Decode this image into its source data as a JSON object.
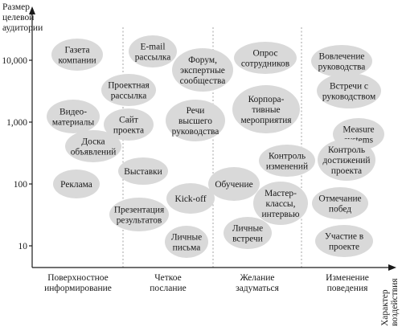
{
  "y_axis": {
    "title": [
      "Размер",
      "целевой",
      "аудитории"
    ],
    "ticks": [
      "10,000",
      "1,000",
      "100",
      "10"
    ]
  },
  "x_axis": {
    "title": [
      "Характер",
      "воздействия"
    ],
    "categories": [
      [
        "Поверхностное",
        "информирование"
      ],
      [
        "Четкое",
        "послание"
      ],
      [
        "Желание",
        "задуматься"
      ],
      [
        "Изменение",
        "поведения"
      ]
    ]
  },
  "bubbles": [
    {
      "id": "gazeta",
      "lines": [
        "Газета",
        "компании"
      ]
    },
    {
      "id": "email",
      "lines": [
        "E-mail",
        "рассылка"
      ]
    },
    {
      "id": "forum",
      "lines": [
        "Форум,",
        "экспертные",
        "сообщества"
      ]
    },
    {
      "id": "opros",
      "lines": [
        "Опрос",
        "сотрудников"
      ]
    },
    {
      "id": "vovlechenie",
      "lines": [
        "Вовлечение",
        "руководства"
      ]
    },
    {
      "id": "proektnaya",
      "lines": [
        "Проектная",
        "рассылка"
      ]
    },
    {
      "id": "vstrechi-ruk",
      "lines": [
        "Встречи с",
        "руководством"
      ]
    },
    {
      "id": "video",
      "lines": [
        "Видео-",
        "материалы"
      ]
    },
    {
      "id": "sait",
      "lines": [
        "Сайт",
        "проекта"
      ]
    },
    {
      "id": "rechi",
      "lines": [
        "Речи",
        "высшего",
        "руководства"
      ]
    },
    {
      "id": "korporativnye",
      "lines": [
        "Корпора-",
        "тивные",
        "мероприятия"
      ]
    },
    {
      "id": "measure",
      "lines": [
        "Measure",
        "systems"
      ]
    },
    {
      "id": "doska",
      "lines": [
        "Доска",
        "объявлений"
      ]
    },
    {
      "id": "kontrol-izm",
      "lines": [
        "Контроль",
        "изменений"
      ]
    },
    {
      "id": "kontrol-dost",
      "lines": [
        "Контроль",
        "достижений",
        "проекта"
      ]
    },
    {
      "id": "reklama",
      "lines": [
        "Реклама"
      ]
    },
    {
      "id": "vystavki",
      "lines": [
        "Выставки"
      ]
    },
    {
      "id": "obuchenie",
      "lines": [
        "Обучение"
      ]
    },
    {
      "id": "kickoff",
      "lines": [
        "Kick-off"
      ]
    },
    {
      "id": "master",
      "lines": [
        "Мастер-",
        "классы,",
        "интервью"
      ]
    },
    {
      "id": "prezentaciya",
      "lines": [
        "Презентация",
        "результатов"
      ]
    },
    {
      "id": "otmechanie",
      "lines": [
        "Отмечание",
        "побед"
      ]
    },
    {
      "id": "lichnye-vstrechi",
      "lines": [
        "Личные",
        "встречи"
      ]
    },
    {
      "id": "lichnye-pisma",
      "lines": [
        "Личные",
        "письма"
      ]
    },
    {
      "id": "uchastie",
      "lines": [
        "Участие в",
        "проекте"
      ]
    }
  ]
}
